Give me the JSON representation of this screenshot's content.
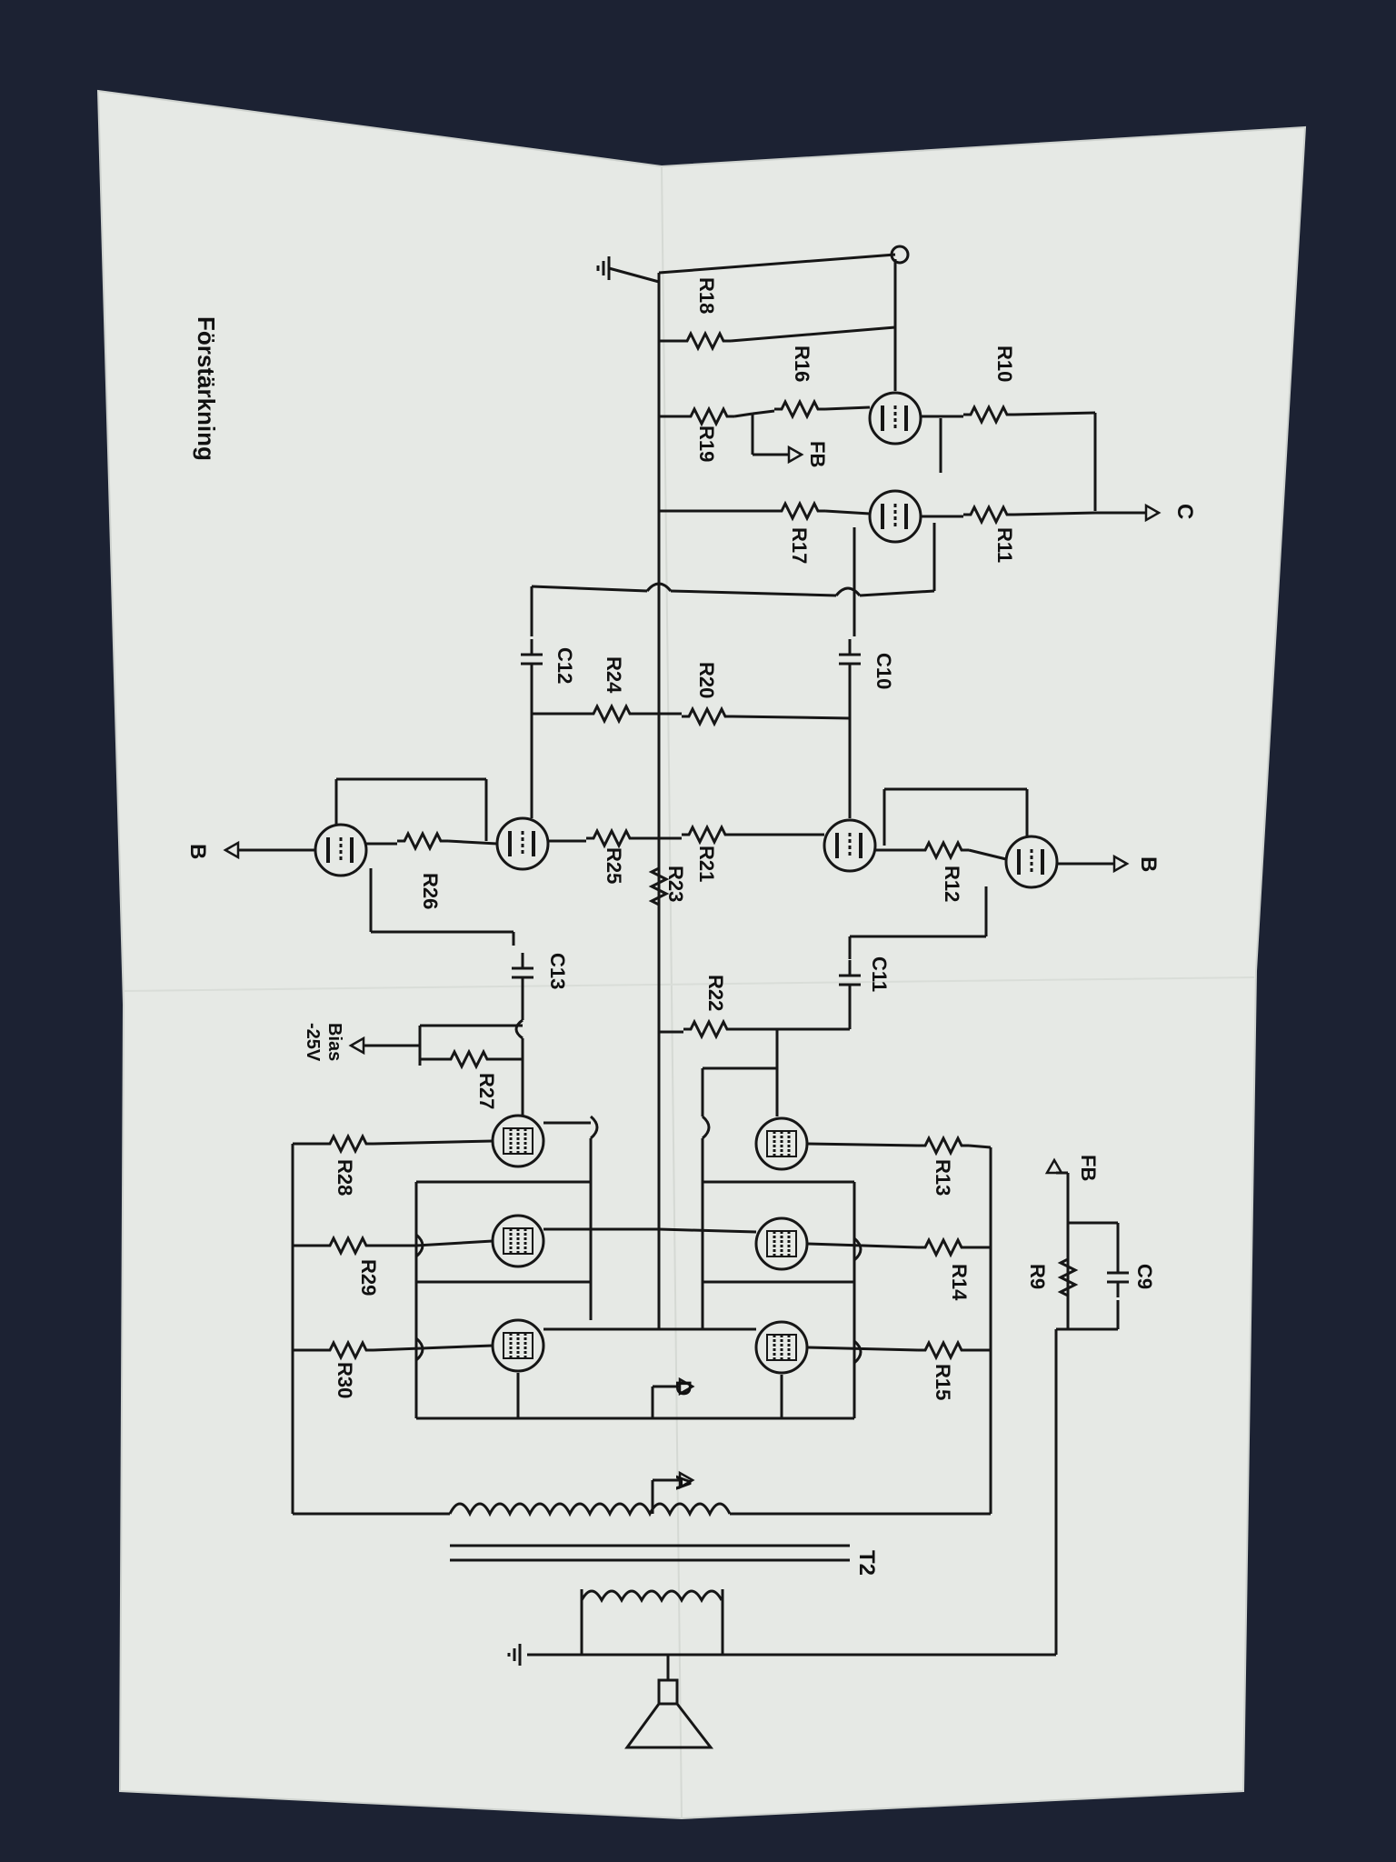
{
  "title": "Förstärkning",
  "colors": {
    "background": "#1c2233",
    "paper": "#e6e9e5",
    "ink": "#161616"
  },
  "labels": {
    "r9": "R9",
    "r10": "R10",
    "r11": "R11",
    "r12": "R12",
    "r13": "R13",
    "r14": "R14",
    "r15": "R15",
    "r16": "R16",
    "r17": "R17",
    "r18": "R18",
    "r19": "R19",
    "r20": "R20",
    "r21": "R21",
    "r22": "R22",
    "r23": "R23",
    "r24": "R24",
    "r25": "R25",
    "r26": "R26",
    "r27": "R27",
    "r28": "R28",
    "r29": "R29",
    "r30": "R30",
    "c9": "C9",
    "c10": "C10",
    "c11": "C11",
    "c12": "C12",
    "c13": "C13",
    "t2": "T2",
    "port_a": "A",
    "port_b_left": "B",
    "port_b_right": "B",
    "port_c": "C",
    "port_d": "D",
    "fb_top": "FB",
    "fb_right": "FB",
    "bias": "Bias",
    "bias_voltage": "-25V"
  }
}
